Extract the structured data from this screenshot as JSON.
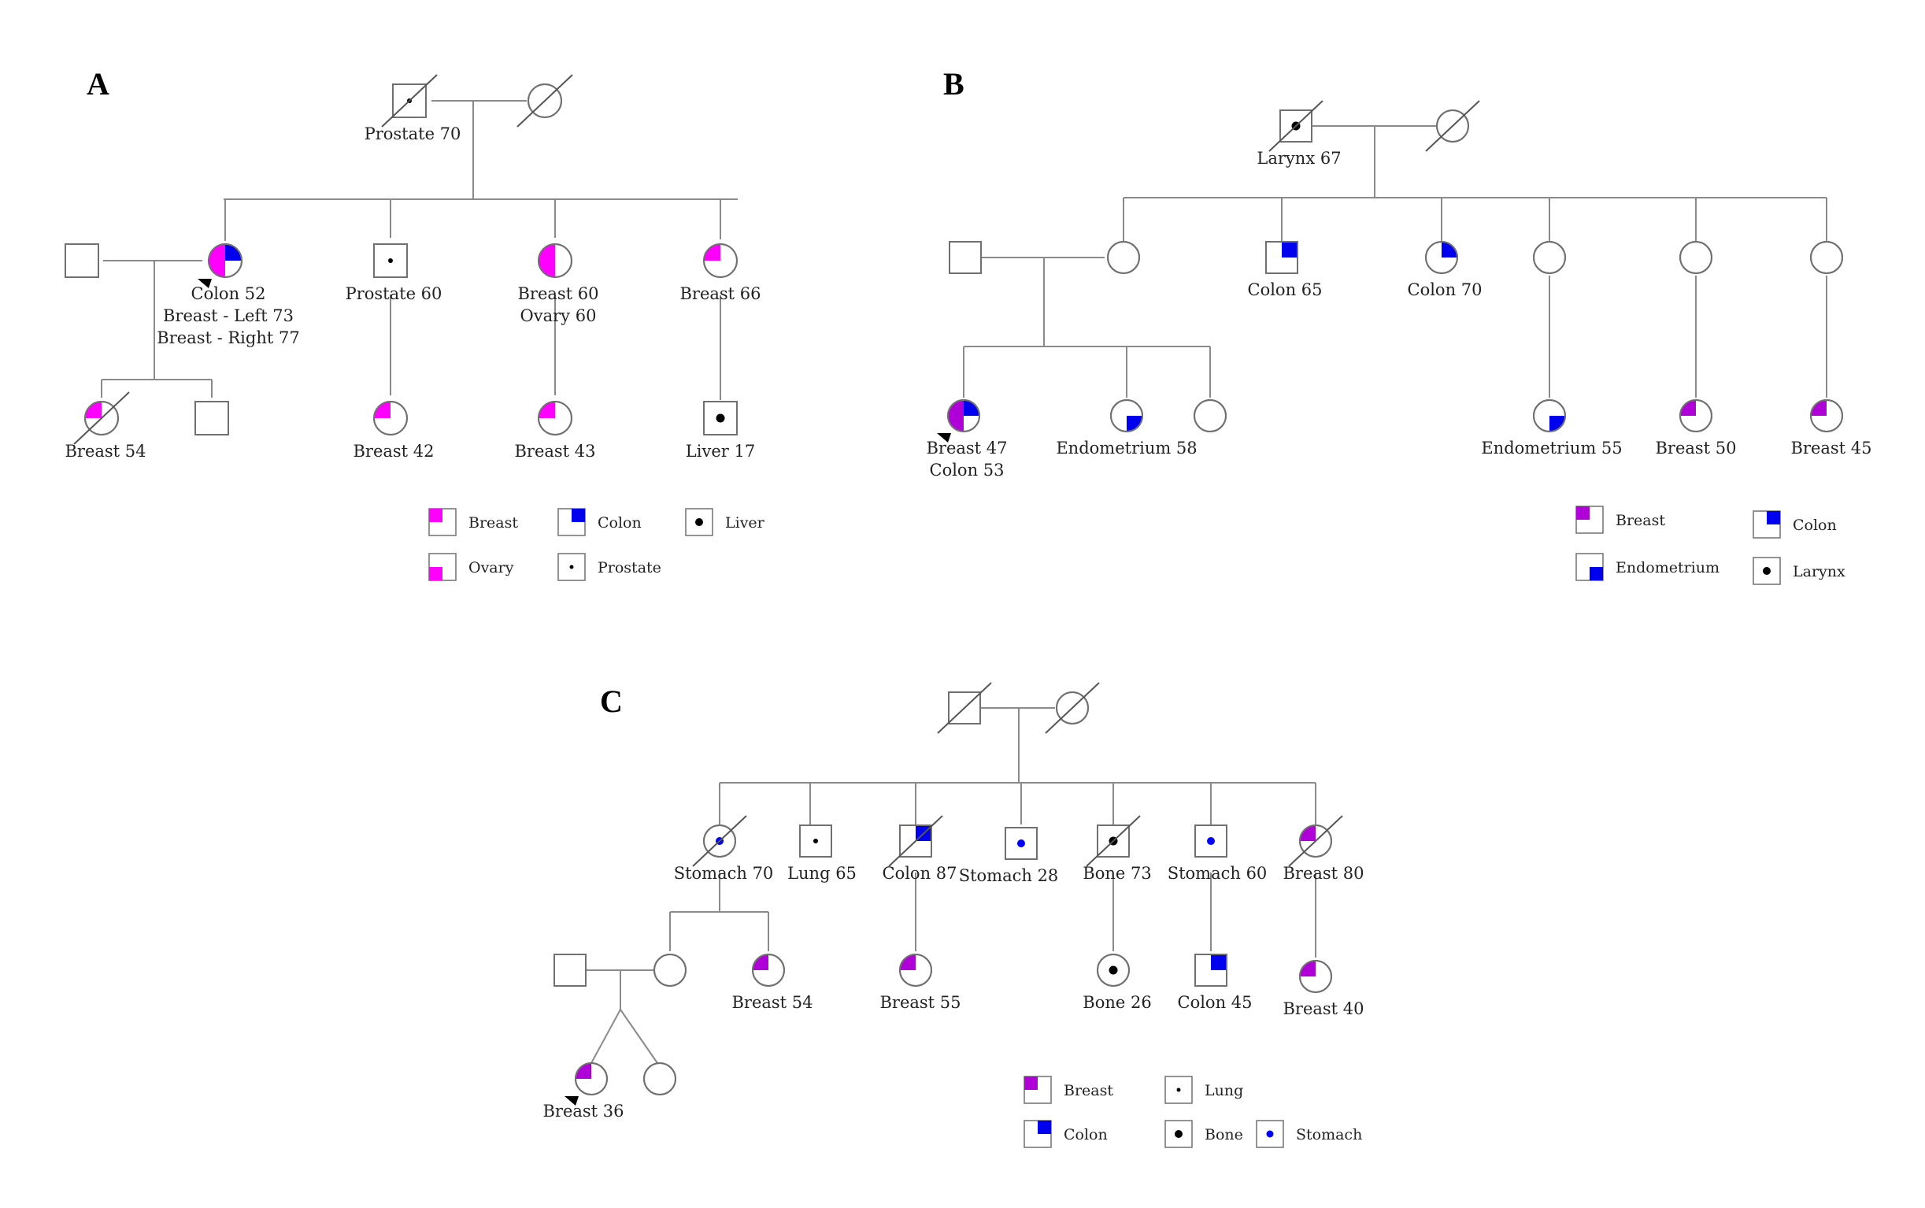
{
  "colors": {
    "line": "#8a8a8a",
    "symbol_stroke": "#707070",
    "magenta": "#ff00ff",
    "purple": "#b000d8",
    "blue": "#0000ee",
    "dot_black": "#000000",
    "dot_blue": "#0000ff"
  },
  "panels": {
    "A": {
      "letter": "A",
      "labels": {
        "f1": [
          "Prostate  70"
        ],
        "m2": [
          "Colon  52",
          "Breast - Left  73",
          "Breast - Right  77"
        ],
        "s2": [
          "Prostate  60"
        ],
        "s3": [
          "Breast  60",
          "Ovary  60"
        ],
        "s4": [
          "Breast  66"
        ],
        "c1": [
          "Breast  54"
        ],
        "c3": [
          "Breast  42"
        ],
        "c4": [
          "Breast  43"
        ],
        "c5": [
          "Liver  17"
        ]
      },
      "legend": {
        "breast": "Breast",
        "colon": "Colon",
        "liver": "Liver",
        "ovary": "Ovary",
        "prostate": "Prostate"
      }
    },
    "B": {
      "letter": "B",
      "labels": {
        "f1": [
          "Larynx  67"
        ],
        "s2": [
          "Colon  65"
        ],
        "s3": [
          "Colon  70"
        ],
        "p": [
          "Breast  47",
          "Colon   53"
        ],
        "c2": [
          "Endometrium  58"
        ],
        "n1": [
          "Endometrium  55"
        ],
        "n2": [
          "Breast  50"
        ],
        "n3": [
          "Breast  45"
        ]
      },
      "legend": {
        "breast": "Breast",
        "colon": "Colon",
        "endometrium": "Endometrium",
        "larynx": "Larynx"
      }
    },
    "C": {
      "letter": "C",
      "labels": {
        "s1": [
          "Stomach  70"
        ],
        "s2": [
          "Lung  65"
        ],
        "s3": [
          "Colon  87"
        ],
        "s4": [
          "Stomach  28"
        ],
        "s5": [
          "Bone  73"
        ],
        "s6": [
          "Stomach  60"
        ],
        "s7": [
          "Breast  80"
        ],
        "g2": [
          "Breast  54"
        ],
        "g3": [
          "Breast  55"
        ],
        "g5": [
          "Bone  26"
        ],
        "g6": [
          "Colon  45"
        ],
        "g7": [
          "Breast  40"
        ],
        "p": [
          "Breast  36"
        ]
      },
      "legend": {
        "breast": "Breast",
        "colon": "Colon",
        "lung": "Lung",
        "bone": "Bone",
        "stomach": "Stomach"
      }
    }
  }
}
